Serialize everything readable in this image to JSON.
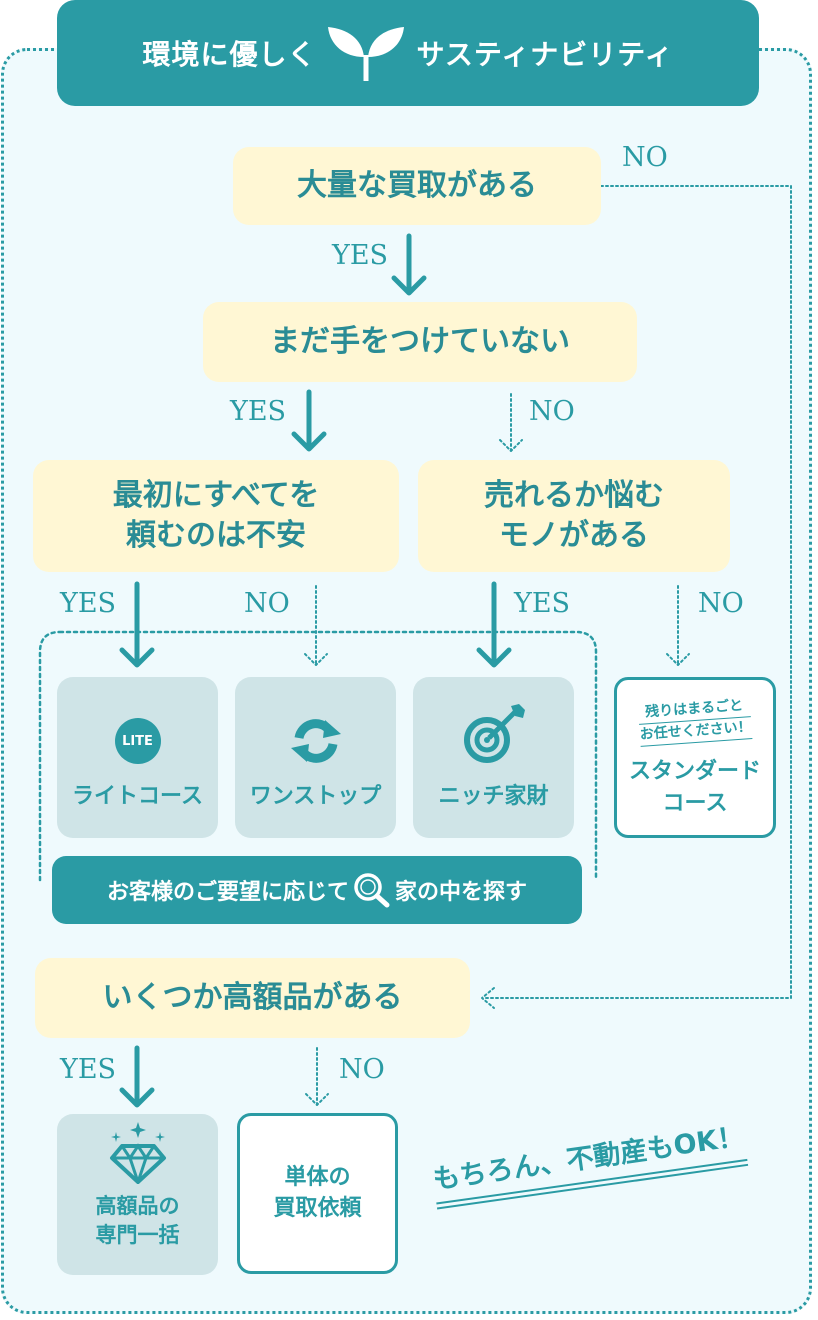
{
  "header": {
    "title_left": "環境に優しく",
    "title_right": "サスティナビリティ"
  },
  "flow": {
    "q1": "大量な買取がある",
    "q2": "まだ手をつけていない",
    "q3_line1": "最初にすべてを",
    "q3_line2": "頼むのは不安",
    "q4_line1": "売れるか悩む",
    "q4_line2": "モノがある",
    "q5": "いくつか高額品がある",
    "yes": "YES",
    "no": "NO"
  },
  "options": {
    "lite_badge": "LITE",
    "lite": "ライトコース",
    "onestop": "ワンストップ",
    "niche": "ニッチ家財",
    "standard_note_line1": "残りはまるごと",
    "standard_note_line2": "お任せください！",
    "standard_line1": "スタンダード",
    "standard_line2": "コース",
    "search_pill_left": "お客様のご要望に応じて",
    "search_pill_right": "家の中を探す",
    "luxury_line1": "高額品の",
    "luxury_line2": "専門一括",
    "single_line1": "単体の",
    "single_line2": "買取依頼"
  },
  "slogan": "もちろん、不動産もOK！",
  "colors": {
    "teal": "#2a9ba4",
    "question_bg": "#fff7d4",
    "option_bg": "#cfe4e7",
    "frame_bg": "#effafd"
  },
  "icons": [
    "sprout-icon",
    "lite-badge-icon",
    "refresh-icon",
    "target-icon",
    "search-icon",
    "diamond-icon"
  ]
}
